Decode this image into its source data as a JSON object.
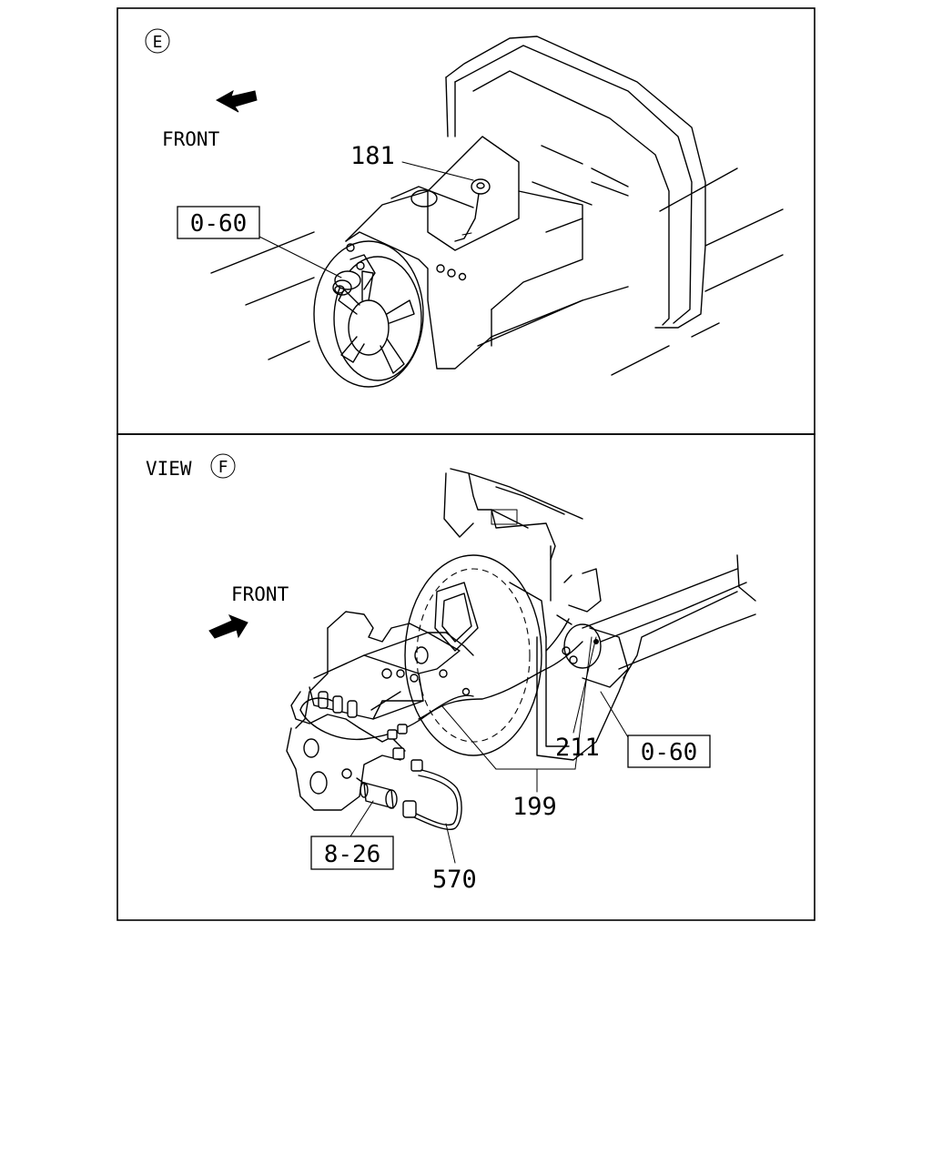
{
  "panel_top": {
    "view_marker": "E",
    "direction_label": "FRONT",
    "callouts": {
      "part_181": "181",
      "ref_box": "0-60"
    }
  },
  "panel_bottom": {
    "view_prefix": "VIEW",
    "view_marker": "F",
    "direction_label": "FRONT",
    "callouts": {
      "ref_box_right": "0-60",
      "part_211": "211",
      "part_199": "199",
      "ref_box_left": "8-26",
      "part_570": "570"
    }
  }
}
